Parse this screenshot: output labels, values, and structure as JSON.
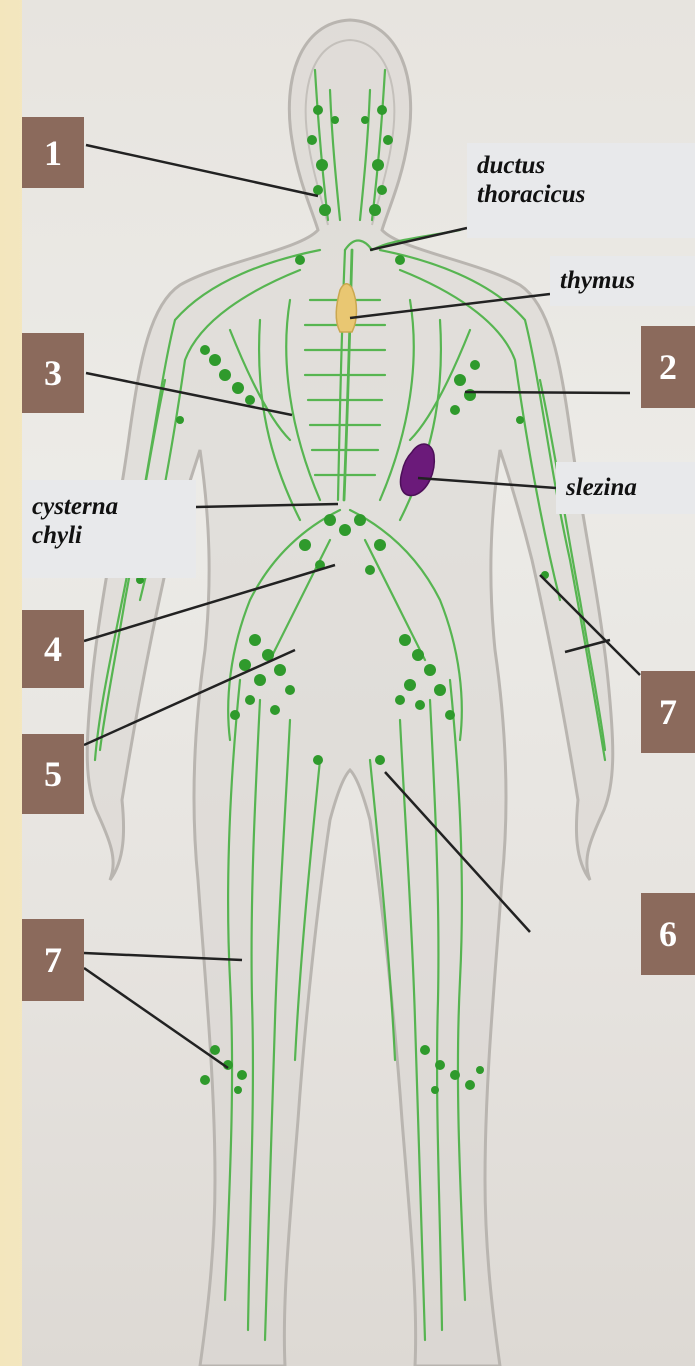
{
  "numbers": {
    "n1": "1",
    "n2": "2",
    "n3": "3",
    "n4": "4",
    "n5": "5",
    "n6": "6",
    "n7_right": "7",
    "n7_left": "7"
  },
  "labels": {
    "ductus_line1": "ductus",
    "ductus_line2": "thoracicus",
    "thymus": "thymus",
    "slezina": "slezina",
    "cysterna_line1": "cysterna",
    "cysterna_line2": "chyli"
  },
  "colors": {
    "lymph": "#3fae3a",
    "node": "#2f9a2c",
    "thymus": "#e9c772",
    "spleen": "#6b1a7a",
    "number_box": "#8b6a5c",
    "label_box": "#e8e9eb",
    "frame": "#f3e6bd"
  }
}
